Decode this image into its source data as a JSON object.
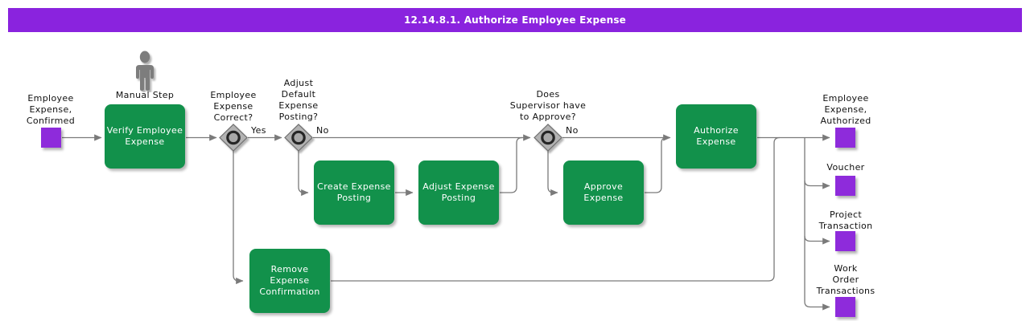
{
  "header": {
    "title": "12.14.8.1. Authorize Employee Expense"
  },
  "colors": {
    "header_bg": "#8A23DE",
    "header_text": "#FFFFFF",
    "task_green": "#12914B",
    "task_text": "#FFFFFF",
    "event_purple": "#8E2BDB",
    "connector_gray": "#7A7A7A",
    "gateway_fill": "#B3B3B3",
    "gateway_border": "#6E6E6E",
    "label_text": "#111111"
  },
  "icons": {
    "manual_step": "person-icon"
  },
  "annotations": {
    "manual_step_label": "Manual Step"
  },
  "events": {
    "start": {
      "label": "Employee\nExpense,\nConfirmed"
    },
    "authorized": {
      "label": "Employee\nExpense,\nAuthorized"
    },
    "voucher": {
      "label": "Voucher"
    },
    "project_transaction": {
      "label": "Project\nTransaction"
    },
    "work_order_transactions": {
      "label": "Work\nOrder\nTransactions"
    }
  },
  "tasks": {
    "verify": {
      "label": "Verify Employee\nExpense"
    },
    "create_posting": {
      "label": "Create Expense\nPosting"
    },
    "adjust_posting": {
      "label": "Adjust Expense\nPosting"
    },
    "approve": {
      "label": "Approve\nExpense"
    },
    "authorize": {
      "label": "Authorize\nExpense"
    },
    "remove_confirmation": {
      "label": "Remove\nExpense\nConfirmation"
    }
  },
  "gateways": {
    "expense_correct": {
      "question": "Employee\nExpense\nCorrect?",
      "branch_label": "Yes"
    },
    "adjust_default_posting": {
      "question": "Adjust\nDefault\nExpense\nPosting?",
      "branch_label": "No"
    },
    "supervisor_approve": {
      "question": "Does\nSupervisor have\nto Approve?",
      "branch_label": "No"
    }
  }
}
